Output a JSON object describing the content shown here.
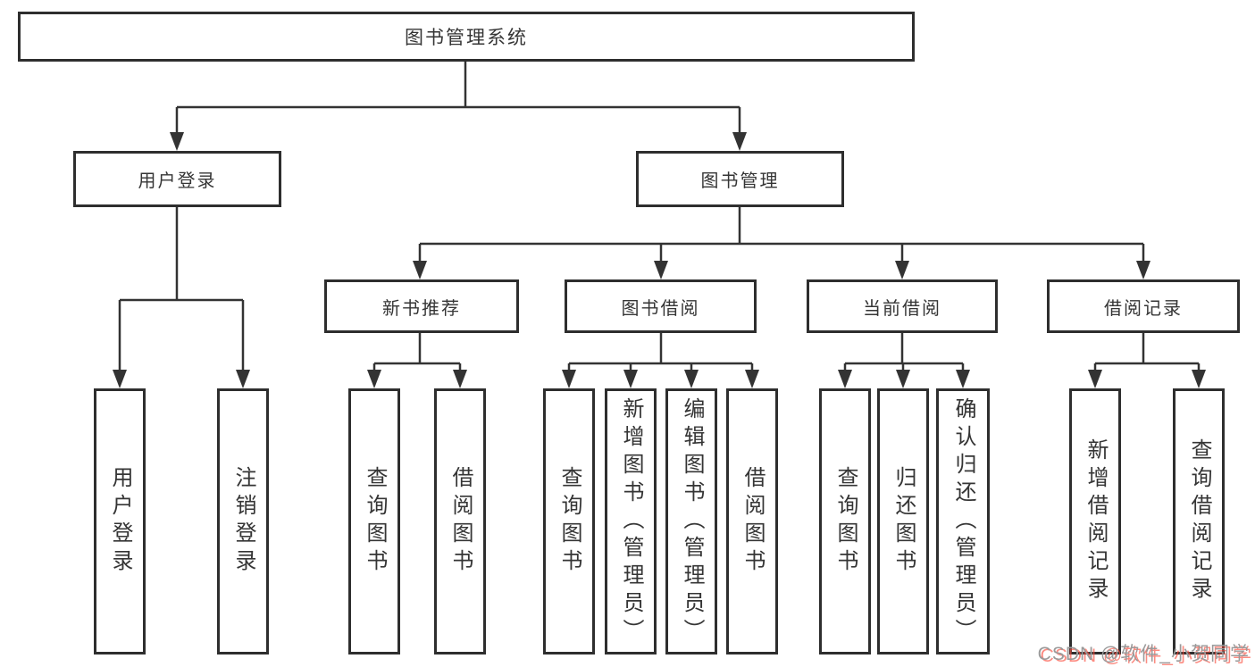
{
  "diagram": {
    "root": {
      "label": "图书管理系统"
    },
    "branches": [
      {
        "label": "用户登录",
        "children": [
          {
            "label": "用户登录"
          },
          {
            "label": "注销登录"
          }
        ]
      },
      {
        "label": "图书管理",
        "children": [
          {
            "label": "新书推荐",
            "children": [
              {
                "label": "查询图书"
              },
              {
                "label": "借阅图书"
              }
            ]
          },
          {
            "label": "图书借阅",
            "children": [
              {
                "label": "查询图书"
              },
              {
                "label": "新增图书（管理员）"
              },
              {
                "label": "编辑图书（管理员）"
              },
              {
                "label": "借阅图书"
              }
            ]
          },
          {
            "label": "当前借阅",
            "children": [
              {
                "label": "查询图书"
              },
              {
                "label": "归还图书"
              },
              {
                "label": "确认归还（管理员）"
              }
            ]
          },
          {
            "label": "借阅记录",
            "children": [
              {
                "label": "新增借阅记录"
              },
              {
                "label": "查询借阅记录"
              }
            ]
          }
        ]
      }
    ]
  },
  "watermark": {
    "text": "CSDN @软件_小贺同学"
  },
  "colors": {
    "line": "#333333",
    "border": "#2e2e2e",
    "text": "#353535",
    "watermark_gray": "#9a9a9a",
    "watermark_red": "#fa4d3d"
  }
}
